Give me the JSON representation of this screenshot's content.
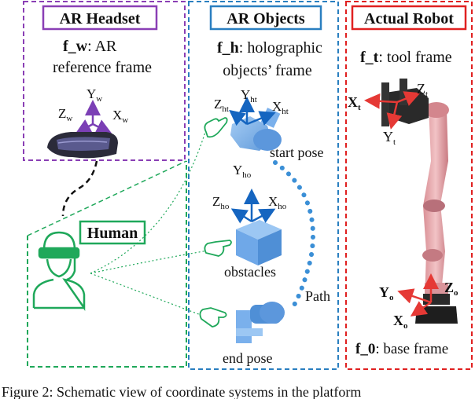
{
  "panels": {
    "headset": {
      "title": "AR Headset",
      "frame_label": "f_w",
      "frame_desc_1": ": AR",
      "frame_desc_2": "reference frame",
      "axes": {
        "y": "Y",
        "y_sub": "w",
        "z": "Z",
        "z_sub": "w",
        "x": "X",
        "x_sub": "w"
      }
    },
    "objects": {
      "title": "AR Objects",
      "frame_label": "f_h",
      "frame_desc_1": ": holographic",
      "frame_desc_2": "objects’ frame",
      "top_axes": {
        "y": "Y",
        "y_sub": "ht",
        "z": "Z",
        "z_sub": "ht",
        "x": "X",
        "x_sub": "ht"
      },
      "mid_axes": {
        "y": "Y",
        "y_sub": "ho",
        "z": "Z",
        "z_sub": "ho",
        "x": "X",
        "x_sub": "ho"
      },
      "start_pose": "start pose",
      "obstacles": "obstacles",
      "path": "Path",
      "end_pose": "end pose"
    },
    "robot": {
      "title": "Actual Robot",
      "tool_frame_label": "f_t",
      "tool_frame_desc": ": tool frame",
      "tool_axes": {
        "x": "X",
        "x_sub": "t",
        "z": "Z",
        "z_sub": "t",
        "y": "Y",
        "y_sub": "t"
      },
      "base_axes": {
        "y": "Y",
        "y_sub": "o",
        "z": "Z",
        "z_sub": "o",
        "x": "X",
        "x_sub": "o"
      },
      "base_frame_label": "f_0",
      "base_frame_desc": ": base frame"
    },
    "human": {
      "title": "Human"
    }
  },
  "caption": "Figure 2: Schematic view of coordinate systems in the platform",
  "colors": {
    "headset": "#8a3fb5",
    "objects": "#2a7fc0",
    "robot": "#e02020",
    "human": "#1fa85a",
    "axis_blue": "#1565c0",
    "axis_red": "#e53935",
    "axis_purple": "#7b3fb5",
    "path_dots": "#3b8fd6",
    "hologram": "#6fa8e8"
  }
}
